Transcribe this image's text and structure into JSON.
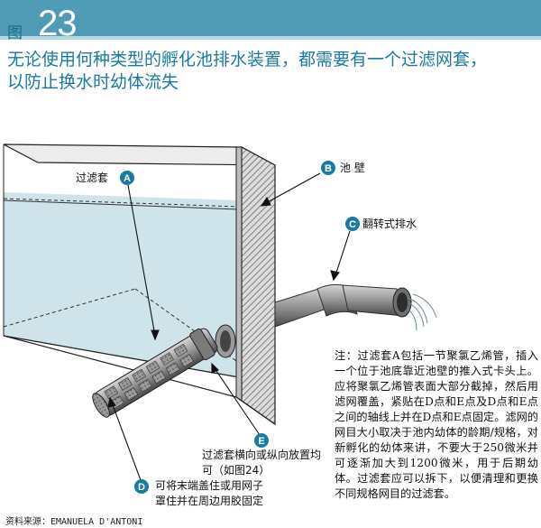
{
  "header": {
    "figure_label": "图",
    "figure_number": "23",
    "headline_line1": "无论使用何种类型的孵化池排水装置，都需要有一个过滤网套，",
    "headline_line2": "以防止换水时幼体流失"
  },
  "callouts": {
    "A": {
      "letter": "A",
      "text": "过滤套"
    },
    "B": {
      "letter": "B",
      "text": "池 壁"
    },
    "C": {
      "letter": "C",
      "text": "翻转式排水"
    },
    "D": {
      "letter": "D",
      "line1": "可将末端盖住或用网子",
      "line2": "罩住并在周边用胶固定"
    },
    "E": {
      "letter": "E",
      "line1": "过滤套横向或纵向放置均",
      "line2": "可（如图24）"
    }
  },
  "note": "注：过滤套A包括一节聚氯乙烯管，插入一个位于池底靠近池壁的推入式卡头上。应将聚氯乙烯管表面大部分截掉，然后用滤网覆盖，紧贴在D点和E点及D点和E点之间的轴线上并在D点和E点固定。滤网的网目大小取决于池内幼体的龄期/规格，对新孵化的幼体来讲，不要大于250微米并可逐渐加大到1200微米，用于后期幼体。过滤套应可以拆下，以便清理和更换不同规格网目的过滤套。",
  "source": "资料来源：EMANUELA D'ANTONI",
  "colors": {
    "header_teal": "#4f9ab4",
    "title_blue": "#1a7aa0",
    "water": "#cfe3ea",
    "badge": "#1a7aa0",
    "pipe_gray": "#8c8c8c"
  }
}
